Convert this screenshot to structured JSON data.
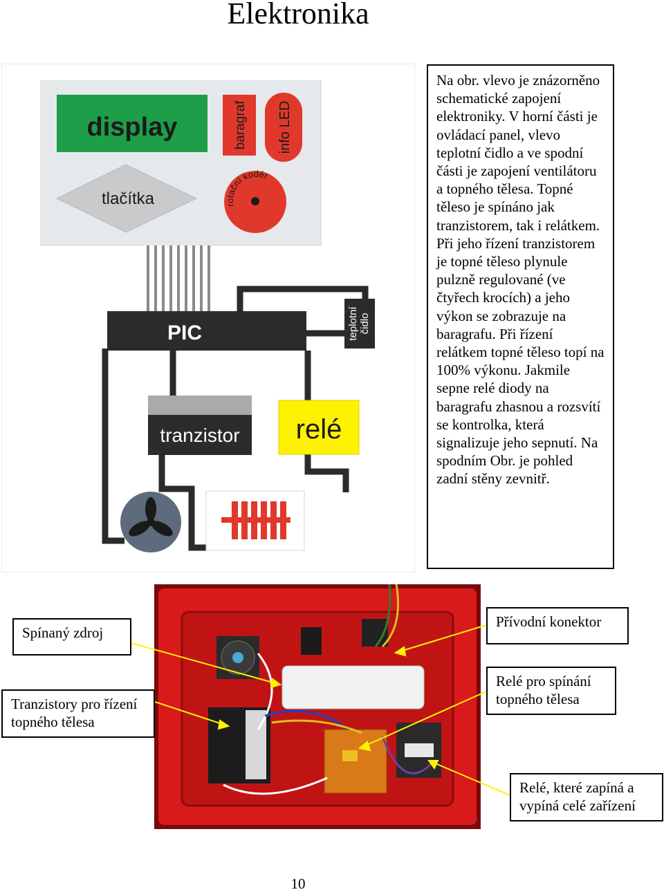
{
  "page": {
    "title": "Elektronika",
    "page_number": "10"
  },
  "schematic": {
    "display": "display",
    "baragraf": "baragraf",
    "info_led": "info LED",
    "tlacitka": "tlačítka",
    "rotacni_koder": "rotační kodér",
    "pic": "PIC",
    "teplotni_cidlo_line1": "teplotní",
    "teplotni_cidlo_line2": "čidlo",
    "tranzistor": "tranzistor",
    "rele": "relé",
    "colors": {
      "panel": "#e6e9ec",
      "display": "#1e9e48",
      "baragraf": "#e0392b",
      "info_led": "#e0392b",
      "rotary": "#e0392b",
      "buttons": "#c8cacc",
      "block_dark": "#2b2b2b",
      "relay": "#fff200",
      "fan": "#5d6b7c",
      "heater": "#e0392b",
      "transistor_tab": "#a8aaac"
    }
  },
  "description": {
    "text": "Na obr. vlevo je znázorněno schematické zapojení elektroniky. V horní části je ovládací panel, vlevo teplotní čidlo a ve spodní části je zapojení ventilátoru a topného tělesa. Topné těleso je spínáno jak tranzistorem, tak i relátkem. Při jeho řízení tranzistorem je topné těleso plynule pulzně regulované (ve čtyřech krocích) a jeho výkon se zobrazuje na baragrafu. Při řízení relátkem topné těleso topí na 100% výkonu. Jakmile sepne relé diody na baragrafu zhasnou a rozsvítí se kontrolka, která signalizuje jeho sepnutí. Na spodním Obr. je pohled zadní stěny zevnitř."
  },
  "photo_labels": {
    "spinany_zdroj": "Spínaný zdroj",
    "tranzistory": "Tranzistory pro řízení topného tělesa",
    "privodni_konektor": "Přívodní konektor",
    "rele_topne": "Relé pro spínání topného tělesa",
    "rele_cele": "Relé, které zapíná a vypíná celé zařízení"
  },
  "photo_colors": {
    "box": "#d91a1a",
    "box_dark": "#8c0b0b"
  }
}
